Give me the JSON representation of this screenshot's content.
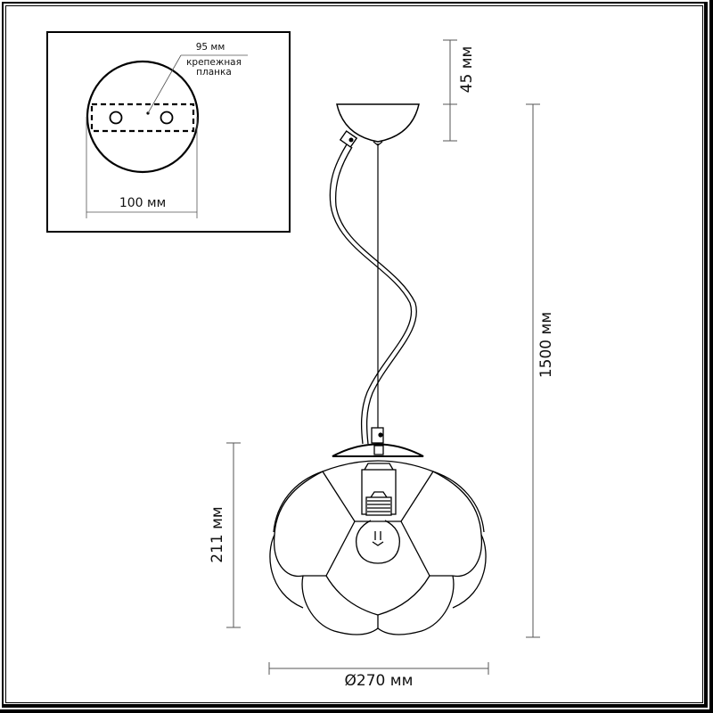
{
  "diagram": {
    "title": "Pendant lamp dimension drawing",
    "inset": {
      "bracket_length": "95 мм",
      "bracket_label_line1": "крепежная",
      "bracket_label_line2": "планка",
      "canopy_diameter": "100 мм"
    },
    "dimensions": {
      "canopy_height": "45 мм",
      "total_height": "1500 мм",
      "shade_height": "211 мм",
      "shade_diameter": "Ø270 мм"
    },
    "colors": {
      "line": "#000000",
      "dimension_line": "#555555",
      "background": "#ffffff"
    }
  }
}
